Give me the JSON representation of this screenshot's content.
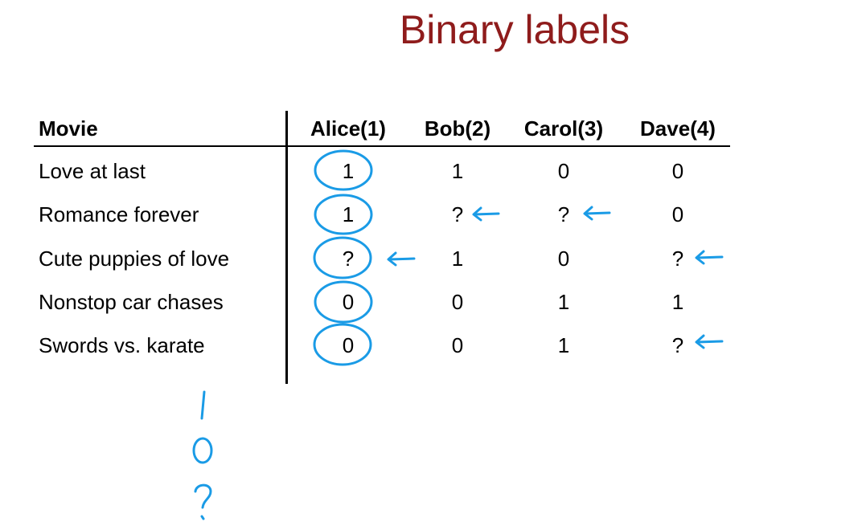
{
  "slide": {
    "title": "Binary labels",
    "table": {
      "headers": [
        "Movie",
        "Alice(1)",
        "Bob(2)",
        "Carol(3)",
        "Dave(4)"
      ],
      "rows": [
        {
          "movie": "Love at last",
          "ratings": [
            "1",
            "1",
            "0",
            "0"
          ]
        },
        {
          "movie": "Romance forever",
          "ratings": [
            "1",
            "?",
            "?",
            "0"
          ]
        },
        {
          "movie": "Cute puppies of love",
          "ratings": [
            "?",
            "1",
            "0",
            "?"
          ]
        },
        {
          "movie": "Nonstop car chases",
          "ratings": [
            "0",
            "0",
            "1",
            "1"
          ]
        },
        {
          "movie": "Swords vs. karate",
          "ratings": [
            "0",
            "0",
            "1",
            "?"
          ]
        }
      ]
    },
    "annotations": {
      "ink_color": "#1a9be6",
      "circled_column": "Alice(1)",
      "arrows_point_to": "? entries",
      "handwritten_legend": [
        "1",
        "0",
        "?"
      ]
    }
  }
}
